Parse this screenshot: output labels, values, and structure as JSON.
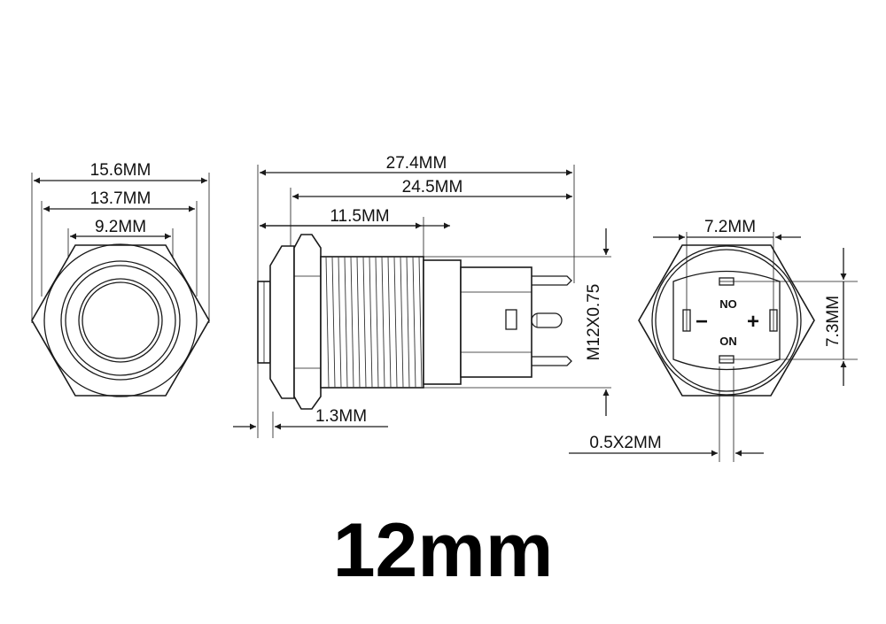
{
  "title": "12mm",
  "colors": {
    "line": "#1a1a1a",
    "background": "#ffffff",
    "text": "#111111"
  },
  "front_view": {
    "outer_dim": "15.6MM",
    "middle_dim": "13.7MM",
    "inner_dim": "9.2MM"
  },
  "side_view": {
    "total_length": "27.4MM",
    "body_length": "24.5MM",
    "thread_length": "11.5MM",
    "head_thickness": "1.3MM",
    "thread_spec": "M12X0.75"
  },
  "rear_view": {
    "pin_spacing_h": "7.2MM",
    "pin_spacing_v": "7.3MM",
    "pin_size": "0.5X2MM",
    "label_no": "NO",
    "label_on": "ON",
    "label_minus": "−",
    "label_plus": "+"
  }
}
